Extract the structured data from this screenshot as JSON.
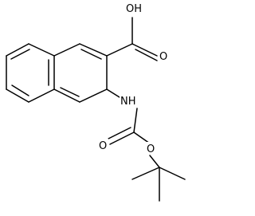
{
  "structure": {
    "labels": {
      "oh_top": "OH",
      "o_carbonyl_acid": "O",
      "nh": "NH",
      "o_carbonyl_carbamate": "O",
      "o_ester": "O"
    }
  },
  "colors": {
    "bond": "#000000",
    "text": "#000000",
    "background": "#ffffff"
  }
}
